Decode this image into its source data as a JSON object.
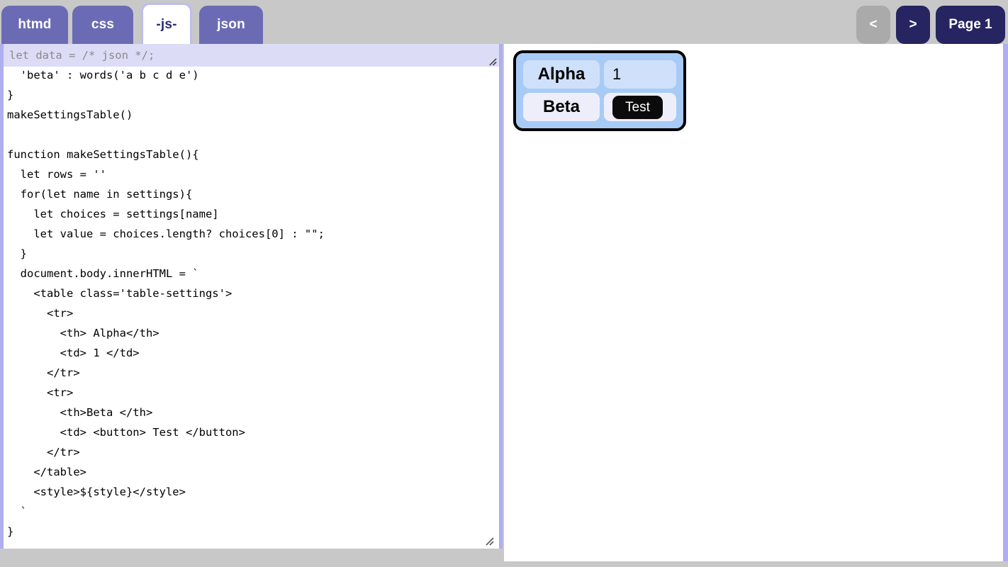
{
  "tabs": [
    {
      "id": "htmd",
      "label": "htmd",
      "active": false
    },
    {
      "id": "css",
      "label": "css",
      "active": false
    },
    {
      "id": "js",
      "label": "-js-",
      "active": true
    },
    {
      "id": "json",
      "label": "json",
      "active": false
    }
  ],
  "pager": {
    "prev_label": "<",
    "next_label": ">",
    "page_label": "Page 1",
    "prev_disabled": true,
    "accent_color": "#262561",
    "disabled_color": "#aaaaaa"
  },
  "json_overlay": {
    "value": "let data = /* json */;",
    "placeholder": "let data = /* json */;"
  },
  "editor": {
    "code": "  'beta' : words('a b c d e')\n}\nmakeSettingsTable()\n\nfunction makeSettingsTable(){\n  let rows = ''\n  for(let name in settings){\n    let choices = settings[name]\n    let value = choices.length? choices[0] : \"\";\n  }\n  document.body.innerHTML = `\n    <table class='table-settings'>\n      <tr>\n        <th> Alpha</th>\n        <td> 1 </td>\n      </tr>\n      <tr>\n        <th>Beta </th>\n        <td> <button> Test </button>\n      </tr>\n    </table>\n    <style>${style}</style>\n  `\n}"
  },
  "preview": {
    "table": {
      "rows": [
        {
          "header": "Alpha",
          "value": "1",
          "type": "text"
        },
        {
          "header": "Beta",
          "value": "Test",
          "type": "button"
        }
      ]
    }
  },
  "colors": {
    "page_background": "#c8c8c8",
    "tab_inactive": "#6b6bb5",
    "tab_active_bg": "#ffffff",
    "tab_active_text": "#2a2a78",
    "pane_border": "#aeaef0",
    "overlay_bg": "#dcdcf7",
    "overlay_text": "#8a8a8a",
    "table_outer": "#a8cbf5",
    "table_row_a": "#cfe0fb",
    "table_row_b": "#eeeefb",
    "button_bg": "#0b0b0b"
  }
}
